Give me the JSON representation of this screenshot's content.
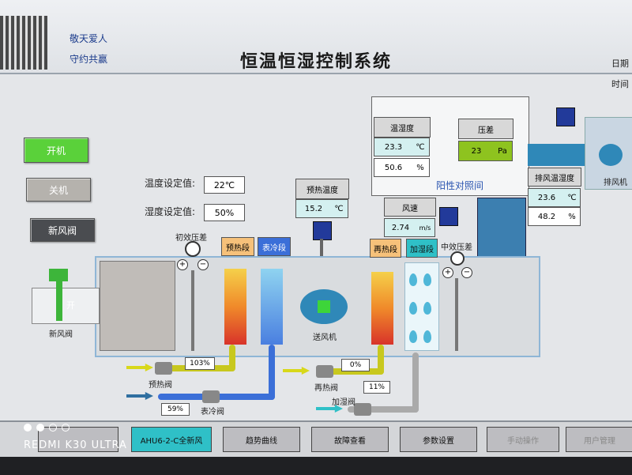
{
  "header": {
    "slogan_1": "敬天爱人",
    "slogan_2": "守约共赢",
    "title": "恒温恒湿控制系统",
    "right_1": "日期",
    "right_2": "时间"
  },
  "controls": {
    "start": "开机",
    "stop": "关机",
    "fresh_damper": "新风阀"
  },
  "setpoints": {
    "temp_label": "温度设定值:",
    "temp_value": "22℃",
    "hum_label": "湿度设定值:",
    "hum_value": "50%"
  },
  "sensor_panel": {
    "th_label": "温湿度",
    "temp": "23.3",
    "temp_unit": "℃",
    "hum": "50.6",
    "hum_unit": "%",
    "dp_label": "压差",
    "dp": "23",
    "dp_unit": "Pa",
    "room_label": "阳性对照间"
  },
  "return_panel": {
    "label": "排风温湿度",
    "temp": "23.6",
    "temp_unit": "℃",
    "hum": "48.2",
    "hum_unit": "%",
    "fan_label": "排风机"
  },
  "preheat": {
    "label": "预热温度",
    "value": "15.2",
    "unit": "℃"
  },
  "airspeed": {
    "label": "风速",
    "value": "2.74",
    "unit": "m/s"
  },
  "sections": {
    "primary_dp": "初效压差",
    "preheat": "预热段",
    "cooling": "表冷段",
    "reheat": "再热段",
    "humidify": "加湿段",
    "medium_dp": "中效压差",
    "fan": "送风机",
    "damper_state": "开",
    "damper": "新风阀"
  },
  "valves": {
    "preheat_label": "预热阀",
    "preheat_value": "103%",
    "cooling_label": "表冷阀",
    "cooling_value": "59%",
    "reheat_label": "再热阀",
    "reheat_value": "0%",
    "humid_label": "加湿阀",
    "humid_value": "11%"
  },
  "nav": [
    {
      "label": "AHU6-2-C全新风"
    },
    {
      "label": "趋势曲线"
    },
    {
      "label": "故障查看"
    },
    {
      "label": "参数设置"
    },
    {
      "label": "手动操作"
    },
    {
      "label": "用户管理"
    }
  ],
  "watermark": "REDMI K30 ULTRA",
  "colors": {
    "start_green": "#5ad13a",
    "accent_cyan": "#2fc0c7",
    "dp_green": "#8ec31f",
    "cool_blue": "#3b6fd8"
  }
}
